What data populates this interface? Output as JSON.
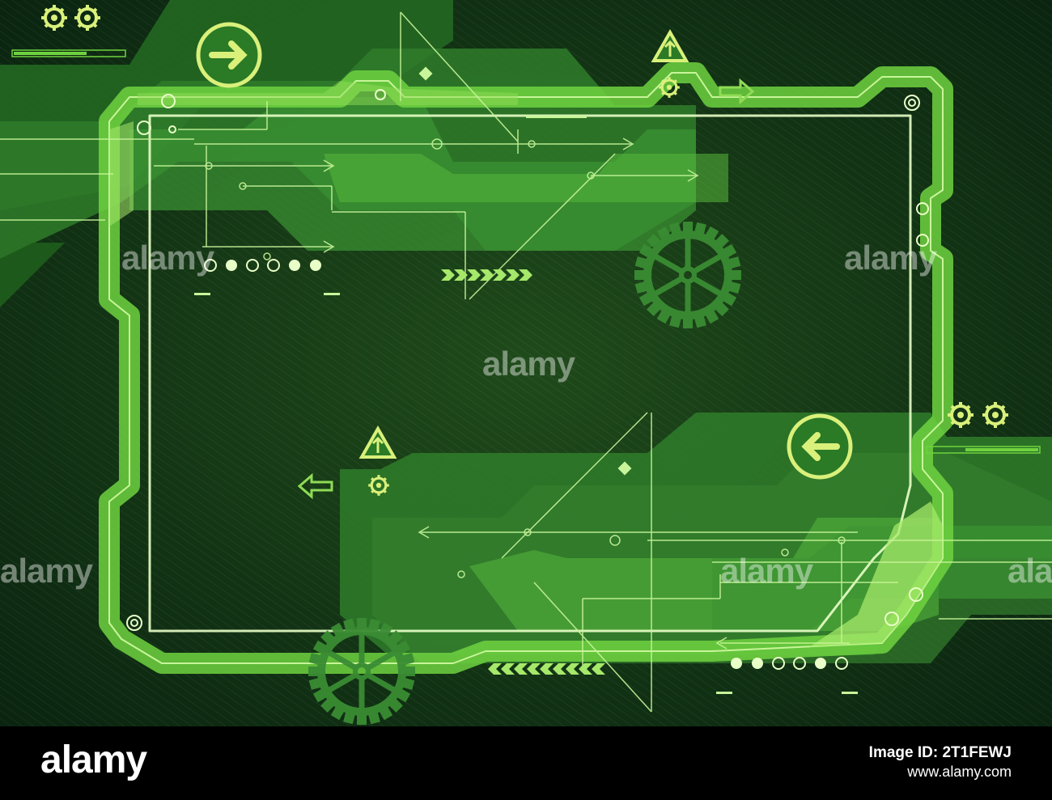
{
  "watermark": {
    "text": "alamy",
    "color": "#ffffff"
  },
  "footer": {
    "logo": "alamy",
    "image_id": "Image ID: 2T1FEWJ",
    "url": "www.alamy.com",
    "background": "#000000"
  },
  "palette": {
    "background": "#0b2a10",
    "panel_fill": "#2e7a2a",
    "bright_green": "#6fd23f",
    "accent_yellow": "#d9f07a",
    "line_light": "#c8f59a"
  },
  "icons": [
    "gear-icon",
    "arrow-right-icon",
    "arrow-left-icon",
    "warning-triangle-icon",
    "circuit-diagram"
  ]
}
